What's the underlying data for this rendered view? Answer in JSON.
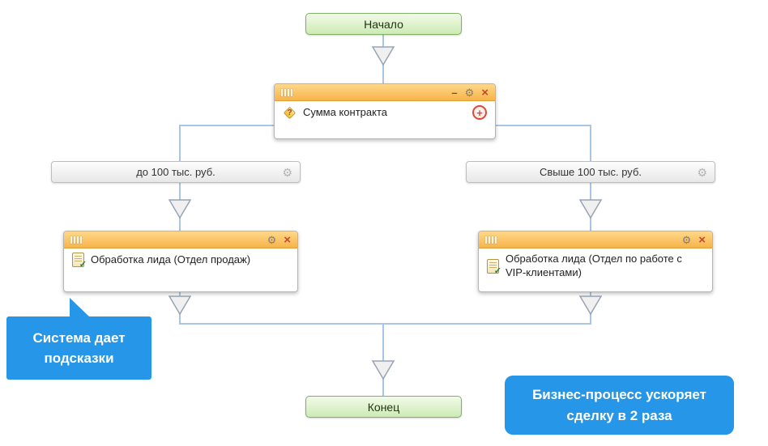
{
  "nodes": {
    "start": "Начало",
    "condition_title": "Сумма контракта",
    "branch_left": "до 100 тыс. руб.",
    "branch_right": "Свыше 100 тыс. руб.",
    "activity_left": "Обработка лида (Отдел продаж)",
    "activity_right": "Обработка лида (Отдел по работе с VIP-клиентами)",
    "end": "Конец"
  },
  "callouts": {
    "left": "Система дает подсказки",
    "right": "Бизнес-процесс ускоряет сделку в 2 раза"
  },
  "glyphs": {
    "minimize": "–",
    "gear": "⚙",
    "close": "×",
    "plus": "+",
    "question": "?",
    "check": "✓"
  },
  "icons": {
    "drag_handle_icon": "css-vertical-bars",
    "condition_icon": "css-yellow-diamond-question",
    "task_icon": "css-checklist-sheet",
    "arrow_icon": "svg-triangle-down",
    "gear_icon": "unicode-gear",
    "close_icon": "unicode-cross",
    "minimize_icon": "unicode-dash",
    "add_branch_icon": "red-circled-plus"
  },
  "colors": {
    "node_green_border": "#7fb266",
    "node_green_bg": "#cdeab4",
    "window_header_orange": "#f8b34a",
    "connector_blue": "#a9c7e4",
    "callout_blue": "#2596e8",
    "plus_red": "#d94b3a",
    "close_red": "#c9472f"
  }
}
